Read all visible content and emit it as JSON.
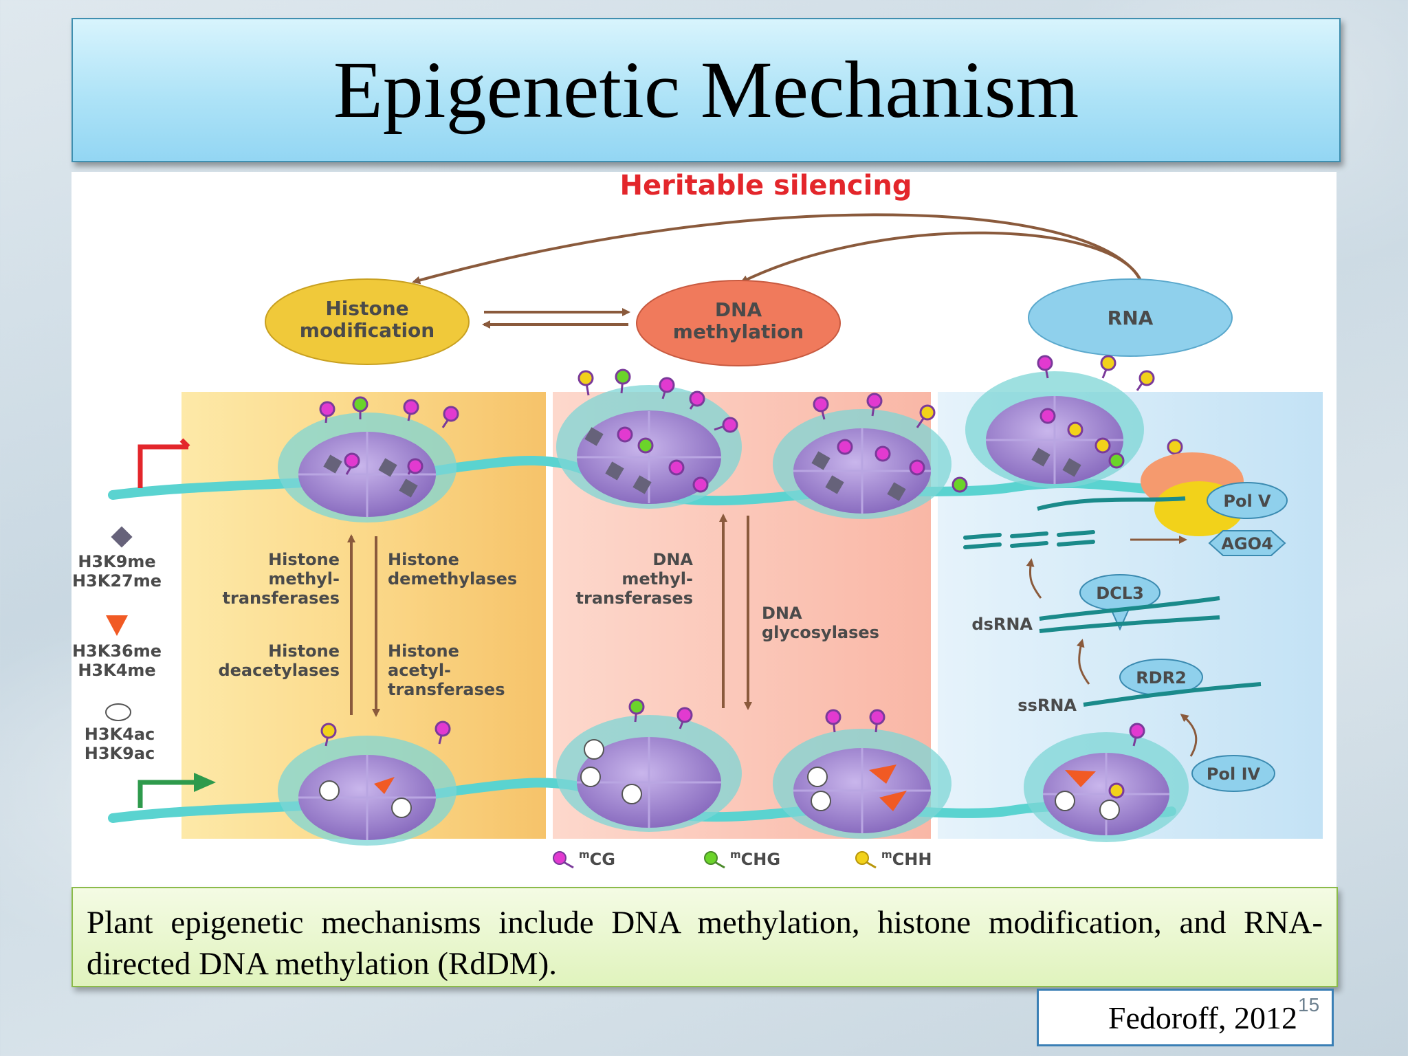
{
  "slide": {
    "title": "Epigenetic Mechanism",
    "caption": "Plant epigenetic mechanisms include DNA methylation, histone modification, and RNA-directed DNA methylation (RdDM).",
    "citation": "Fedoroff, 2012",
    "slide_number": "15"
  },
  "diagram": {
    "heading": "Heritable silencing",
    "nodes": {
      "histone_modification": [
        "Histone",
        "modification"
      ],
      "dna_methylation": [
        "DNA",
        "methylation"
      ],
      "rna": "RNA"
    },
    "legend_marks": [
      {
        "label": [
          "H3K9me",
          "H3K27me"
        ],
        "shape": "grey-diamond"
      },
      {
        "label": [
          "H3K36me",
          "H3K4me"
        ],
        "shape": "orange-triangle"
      },
      {
        "label": [
          "H3K4ac",
          "H3K9ac"
        ],
        "shape": "white-circle"
      }
    ],
    "histone_enzymes": {
      "methyltransferases": [
        "Histone",
        "methyl-",
        "transferases"
      ],
      "demethylases": [
        "Histone",
        "demethylases"
      ],
      "deacetylases": [
        "Histone",
        "deacetylases"
      ],
      "acetyltransferases": [
        "Histone",
        "acetyl-",
        "transferases"
      ]
    },
    "dna_enzymes": {
      "methyltransferases": [
        "DNA",
        "methyl-",
        "transferases"
      ],
      "glycosylases": [
        "DNA",
        "glycosylases"
      ]
    },
    "rddm": {
      "pol_v": "Pol V",
      "ago4": "AGO4",
      "dcl3": "DCL3",
      "dsrna": "dsRNA",
      "rdr2": "RDR2",
      "ssrna": "ssRNA",
      "pol_iv": "Pol IV"
    },
    "methylation_legend": [
      {
        "label": "CG",
        "sup": "m",
        "color": "#e23ad0"
      },
      {
        "label": "CHG",
        "sup": "m",
        "color": "#6bd42a"
      },
      {
        "label": "CHH",
        "sup": "m",
        "color": "#f2d21a"
      }
    ],
    "colors": {
      "heading": "#e3262b",
      "histone_node": "#f0c93a",
      "dna_node": "#f07a5c",
      "rna_node": "#8fd0ec",
      "histone_panel": "#fbd98a",
      "dna_panel": "#fbc6b8",
      "rna_panel": "#d4ebf8",
      "dna_strand": "#5ad3d0",
      "nucleosome": "#9b80cf",
      "arrow": "#8a5a3c"
    }
  }
}
